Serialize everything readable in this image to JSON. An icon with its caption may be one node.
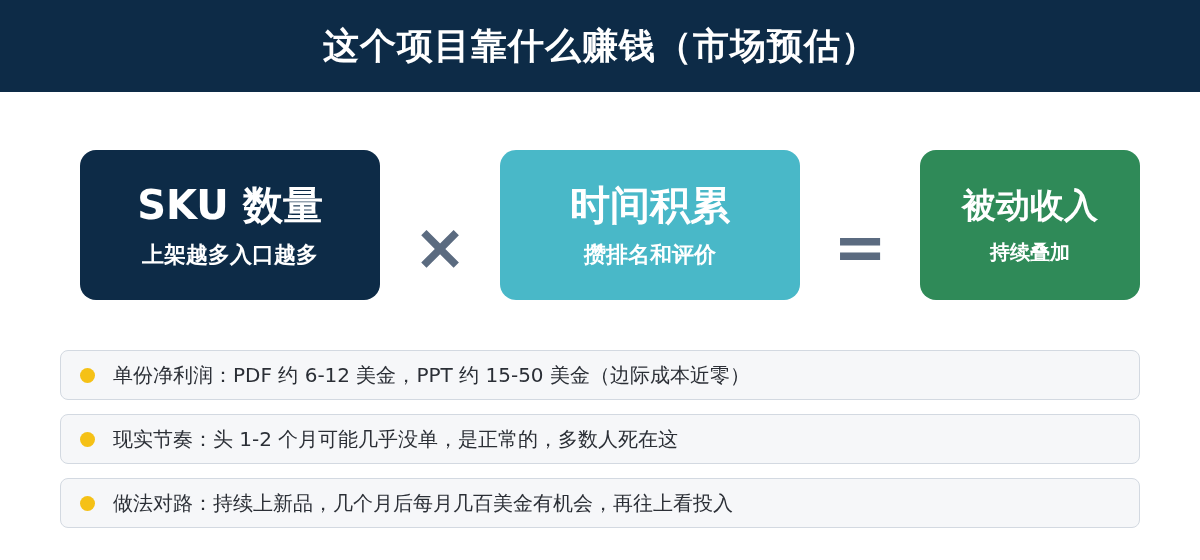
{
  "diagram": {
    "title": "这个项目靠什么赚钱（市场预估）",
    "nodes": [
      {
        "text": [
          "SKU 数量",
          "上架越多入口越多"
        ]
      },
      {
        "text": [
          "时间积累",
          "攒排名和评价"
        ]
      },
      {
        "text": [
          "被动收入",
          "持续叠加"
        ]
      },
      {
        "text": [
          "单份净利润：PDF 约 6-12 美金，PPT 约 15-50 美金（边际成本近零）"
        ]
      },
      {
        "text": [
          "现实节奏：头 1-2 个月可能几乎没单，是正常的，多数人死在这"
        ]
      },
      {
        "text": [
          "做法对路：持续上新品，几个月后每月几百美金有机会，再往上看投入"
        ]
      }
    ],
    "labels": [
      "×",
      "="
    ]
  }
}
